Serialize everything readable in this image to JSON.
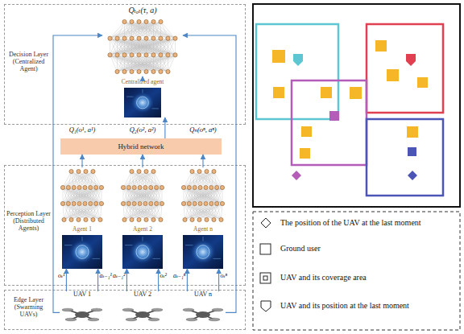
{
  "diagram": {
    "nodes": [
      {
        "text": [
          "Decision Layer (Centralized Agent)"
        ]
      },
      {
        "text": [
          "Qₜₒₜ(τ, a)"
        ],
        "in": 0
      },
      {
        "text": [
          "Centralized agent"
        ],
        "in": 0
      },
      {
        "text": [
          "Hybrid network"
        ]
      },
      {
        "text": [
          "Perception Layer (Distributed Agents)"
        ]
      },
      {
        "text": [
          "Agent 1"
        ],
        "in": 4
      },
      {
        "text": [
          "Agent 2"
        ],
        "in": 4
      },
      {
        "text": [
          "Agent n"
        ],
        "in": 4
      },
      {
        "text": [
          "Edge Layer (Swarming UAVs)"
        ]
      },
      {
        "text": [
          "UAV 1"
        ],
        "in": 8
      },
      {
        "text": [
          "UAV 2"
        ],
        "in": 8
      },
      {
        "text": [
          "UAV n"
        ],
        "in": 8
      }
    ],
    "edges": [
      {
        "from": 3,
        "to": 2,
        "arrow": "to"
      },
      {
        "from": 2,
        "to": 1,
        "arrow": "to"
      },
      {
        "from": 5,
        "to": 3,
        "arrow": "to",
        "label": "Q₁(o¹, a¹)"
      },
      {
        "from": 6,
        "to": 3,
        "arrow": "to",
        "label": "Q₂(o², a²)"
      },
      {
        "from": 7,
        "to": 3,
        "arrow": "to",
        "label": "Qₙ(oⁿ, aⁿ)"
      },
      {
        "from": 9,
        "to": 5,
        "arrow": "to",
        "label": "oₜ¹"
      },
      {
        "from": 9,
        "to": 5,
        "arrow": "to",
        "label": "aₜ₋₁¹"
      },
      {
        "from": 10,
        "to": 6,
        "arrow": "to",
        "label": "aₜ₋₁²"
      },
      {
        "from": 10,
        "to": 6,
        "arrow": "to",
        "label": "oₜ²"
      },
      {
        "from": 11,
        "to": 7,
        "arrow": "to",
        "label": "aₜ₋₁ⁿ"
      },
      {
        "from": 11,
        "to": 7,
        "arrow": "to",
        "label": "oₜⁿ"
      },
      {
        "from": 9,
        "to": 1,
        "arrow": "to"
      },
      {
        "from": 11,
        "to": 1,
        "arrow": "to"
      }
    ],
    "legend": [
      {
        "text": "The position of the UAV at the last moment"
      },
      {
        "text": "Ground user"
      },
      {
        "text": "UAV and its coverage area"
      },
      {
        "text": "UAV and its position at the last moment"
      }
    ]
  }
}
